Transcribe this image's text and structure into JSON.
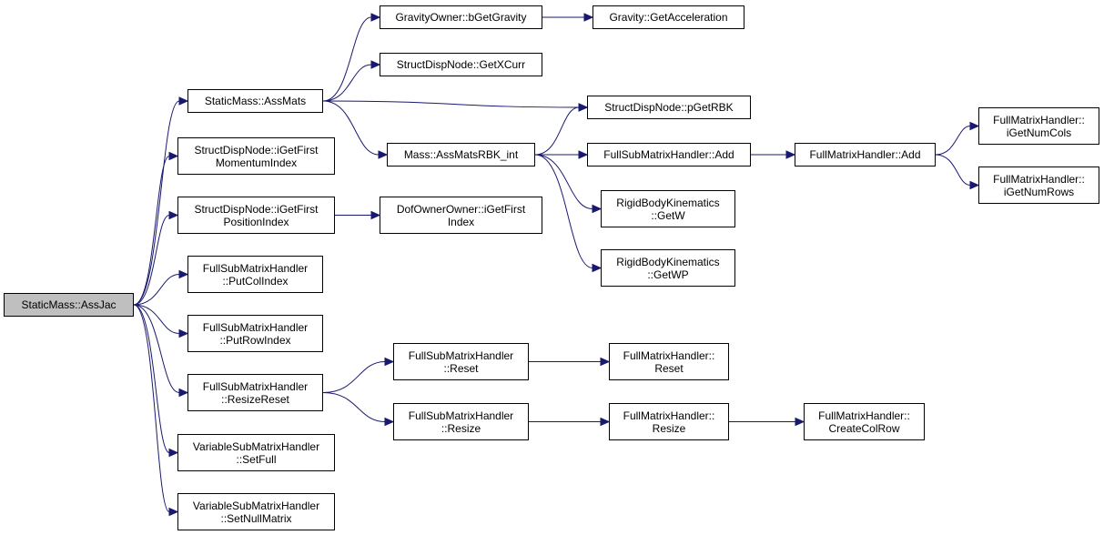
{
  "nodes": {
    "assjac": [
      "StaticMass::AssJac"
    ],
    "assmats": [
      "StaticMass::AssMats"
    ],
    "igetfirstmom": [
      "StructDispNode::iGetFirst",
      "MomentumIndex"
    ],
    "igetfirstpos": [
      "StructDispNode::iGetFirst",
      "PositionIndex"
    ],
    "putcolindex": [
      "FullSubMatrixHandler",
      "::PutColIndex"
    ],
    "putrowindex": [
      "FullSubMatrixHandler",
      "::PutRowIndex"
    ],
    "resizereset": [
      "FullSubMatrixHandler",
      "::ResizeReset"
    ],
    "setfull": [
      "VariableSubMatrixHandler",
      "::SetFull"
    ],
    "setnullmatrix": [
      "VariableSubMatrixHandler",
      "::SetNullMatrix"
    ],
    "bgetgravity": [
      "GravityOwner::bGetGravity"
    ],
    "getxcurr": [
      "StructDispNode::GetXCurr"
    ],
    "assmatsrbk": [
      "Mass::AssMatsRBK_int"
    ],
    "dofigetfirst": [
      "DofOwnerOwner::iGetFirst",
      "Index"
    ],
    "fsm_reset": [
      "FullSubMatrixHandler",
      "::Reset"
    ],
    "fsm_resize": [
      "FullSubMatrixHandler",
      "::Resize"
    ],
    "getacceleration": [
      "Gravity::GetAcceleration"
    ],
    "pgetrbk": [
      "StructDispNode::pGetRBK"
    ],
    "fsm_add": [
      "FullSubMatrixHandler::Add"
    ],
    "getw": [
      "RigidBodyKinematics",
      "::GetW"
    ],
    "getwp": [
      "RigidBodyKinematics",
      "::GetWP"
    ],
    "fm_reset": [
      "FullMatrixHandler::",
      "Reset"
    ],
    "fm_resize": [
      "FullMatrixHandler::",
      "Resize"
    ],
    "fm_add": [
      "FullMatrixHandler::Add"
    ],
    "createcolrow": [
      "FullMatrixHandler::",
      "CreateColRow"
    ],
    "igetnumcols": [
      "FullMatrixHandler::",
      "iGetNumCols"
    ],
    "igetnumrows": [
      "FullMatrixHandler::",
      "iGetNumRows"
    ]
  },
  "edges": [
    [
      "assjac",
      "assmats"
    ],
    [
      "assjac",
      "igetfirstmom"
    ],
    [
      "assjac",
      "igetfirstpos"
    ],
    [
      "assjac",
      "putcolindex"
    ],
    [
      "assjac",
      "putrowindex"
    ],
    [
      "assjac",
      "resizereset"
    ],
    [
      "assjac",
      "setfull"
    ],
    [
      "assjac",
      "setnullmatrix"
    ],
    [
      "assmats",
      "bgetgravity"
    ],
    [
      "assmats",
      "getxcurr"
    ],
    [
      "assmats",
      "pgetrbk"
    ],
    [
      "assmats",
      "assmatsrbk"
    ],
    [
      "bgetgravity",
      "getacceleration"
    ],
    [
      "assmatsrbk",
      "pgetrbk"
    ],
    [
      "assmatsrbk",
      "fsm_add"
    ],
    [
      "assmatsrbk",
      "getw"
    ],
    [
      "assmatsrbk",
      "getwp"
    ],
    [
      "fsm_add",
      "fm_add"
    ],
    [
      "fm_add",
      "igetnumcols"
    ],
    [
      "fm_add",
      "igetnumrows"
    ],
    [
      "igetfirstpos",
      "dofigetfirst"
    ],
    [
      "resizereset",
      "fsm_reset"
    ],
    [
      "resizereset",
      "fsm_resize"
    ],
    [
      "fsm_reset",
      "fm_reset"
    ],
    [
      "fsm_resize",
      "fm_resize"
    ],
    [
      "fm_resize",
      "createcolrow"
    ]
  ],
  "colors": {
    "edge": "#191970",
    "root_fill": "#bfbfbf",
    "node_fill": "#ffffff"
  }
}
